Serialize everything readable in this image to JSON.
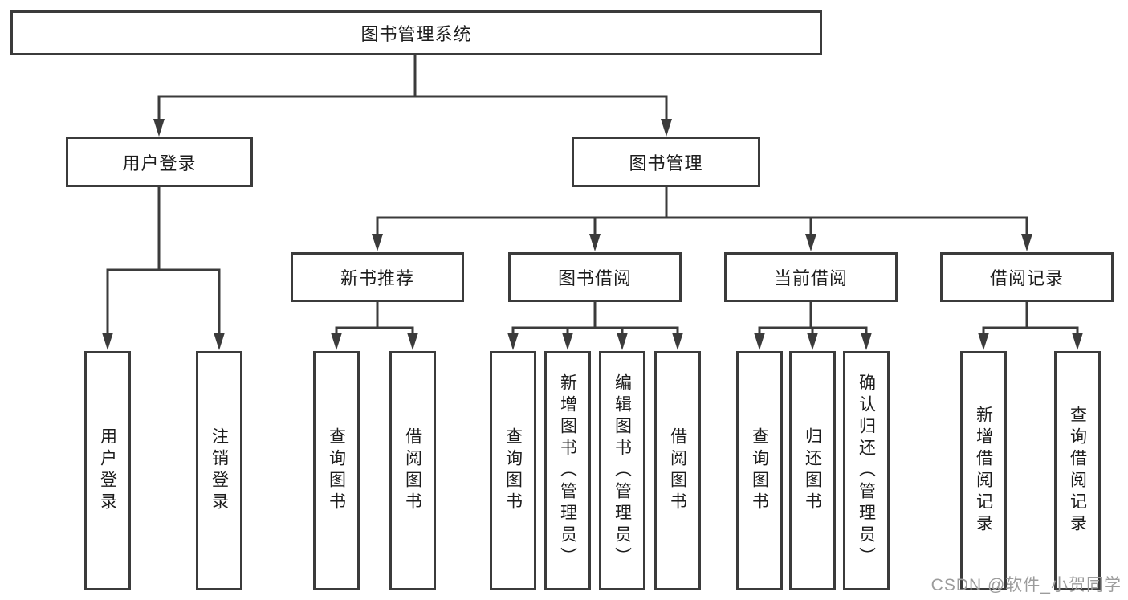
{
  "title": "图书管理系统",
  "watermark": "CSDN @软件_小贺同学",
  "colors": {
    "line": "#3b3b3b",
    "text": "#1d1d1d",
    "watermark": "#9c9c9c",
    "background": "#ffffff"
  },
  "tree": {
    "user_login": {
      "label": "用户登录",
      "children": {
        "login": "用户登录",
        "logout": "注销登录"
      }
    },
    "book_management": {
      "label": "图书管理",
      "children": {
        "new_book_recommend": {
          "label": "新书推荐",
          "children": {
            "query_books": "查询图书",
            "borrow_books": "借阅图书"
          }
        },
        "book_borrowing": {
          "label": "图书借阅",
          "children": {
            "query_books": "查询图书",
            "add_books": "新增图书（管理员）",
            "edit_books": "编辑图书（管理员）",
            "borrow_books": "借阅图书"
          }
        },
        "current_borrowing": {
          "label": "当前借阅",
          "children": {
            "query_books": "查询图书",
            "return_books": "归还图书",
            "confirm_return": "确认归还（管理员）"
          }
        },
        "borrowing_records": {
          "label": "借阅记录",
          "children": {
            "add_record": "新增借阅记录",
            "query_record": "查询借阅记录"
          }
        }
      }
    }
  }
}
